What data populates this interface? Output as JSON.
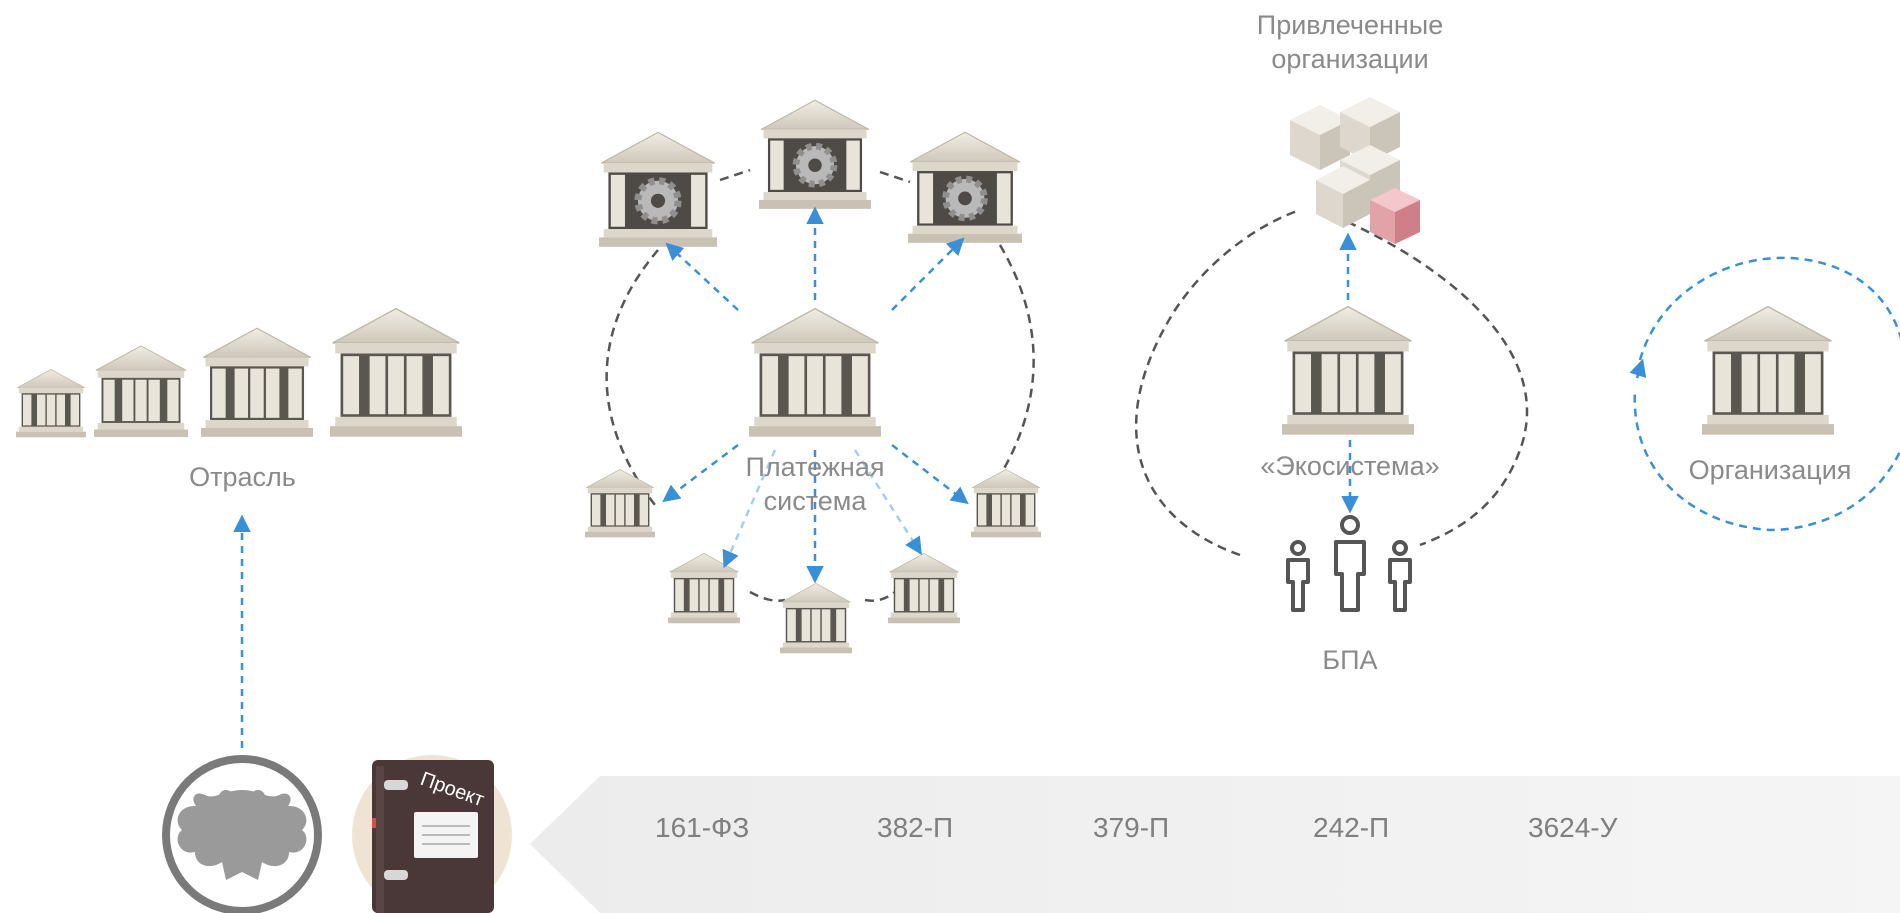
{
  "labels": {
    "industry": "Отрасль",
    "payment_system": "Платежная\nсистема",
    "attracted_orgs": "Привлеченные\nорганизации",
    "ecosystem": "«Экосистема»",
    "bpa": "БПА",
    "organization": "Организация",
    "project": "Проект"
  },
  "regulations": [
    "161-ФЗ",
    "382-П",
    "379-П",
    "242-П",
    "3624-У"
  ],
  "icons": {
    "bank": "bank-building-icon",
    "bank_gear": "bank-gear-icon",
    "cubes": "cubes-icon",
    "people": "people-icon",
    "emblem": "double-headed-eagle-icon",
    "folder": "folder-icon"
  },
  "colors": {
    "arrow_blue": "#3b8fd6",
    "dashed_gray": "#555555",
    "label_gray": "#8a8a8a",
    "band_gray": "#f2f2f2",
    "cube_red": "#e08f95",
    "folder_brown": "#4a3838"
  }
}
